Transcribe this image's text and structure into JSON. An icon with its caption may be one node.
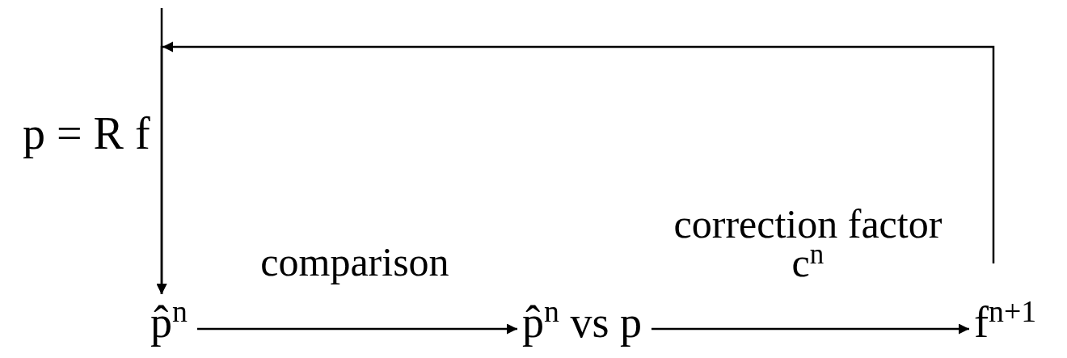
{
  "diagram": {
    "nodes": [
      {
        "text": [
          "p̂$^{n}$"
        ]
      },
      {
        "text": [
          "p̂$^{n}$ vs p"
        ]
      },
      {
        "text": [
          "f$^{n+1}$"
        ]
      }
    ],
    "edges": [
      {
        "from": 0,
        "to": 1,
        "arrow": "to",
        "label": "comparison"
      },
      {
        "from": 1,
        "to": 2,
        "arrow": "to",
        "label": "correction factor c$^{n}$"
      },
      {
        "from": 2,
        "to": 0,
        "arrow": "to"
      },
      {
        "from": null,
        "to": 0,
        "arrow": "to",
        "label": "p = R f"
      }
    ]
  }
}
